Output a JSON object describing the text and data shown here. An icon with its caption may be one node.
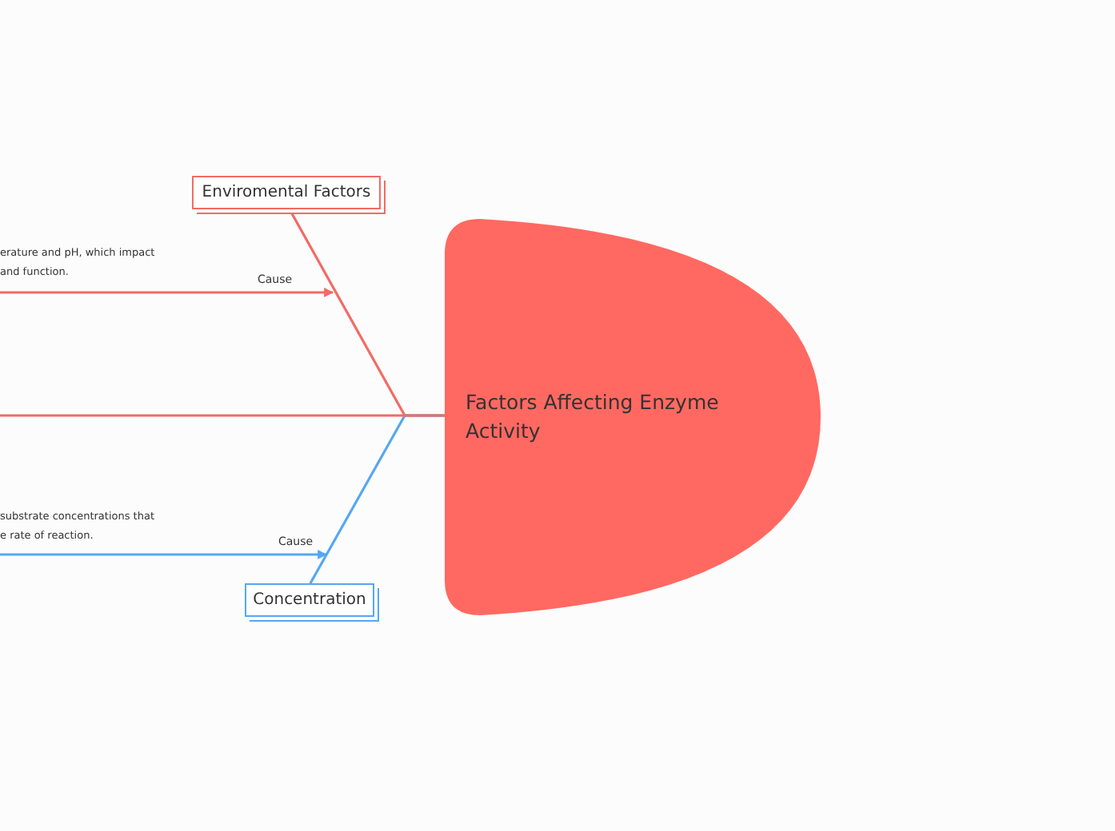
{
  "diagram": {
    "nodes": [
      {
        "text": [
          "Factors Affecting Enzyme Activity"
        ]
      },
      {
        "text": [
          "Enviromental Factors"
        ]
      },
      {
        "text": [
          "Concentration"
        ]
      }
    ],
    "edges": [
      {
        "from": 1,
        "to": 0,
        "arrow": "none"
      },
      {
        "from": 2,
        "to": 0,
        "arrow": "none",
        "color": "#55a7f2"
      },
      {
        "from": null,
        "to": 0,
        "arrow": "none"
      },
      {
        "from": null,
        "to": 1,
        "arrow": "to",
        "label": "Cause"
      },
      {
        "from": null,
        "to": 2,
        "arrow": "to",
        "label": "Cause",
        "color": "#55a7f2"
      }
    ],
    "labels": [
      "erature and pH, which impact and function.",
      "substrate concentrations that e rate of reaction."
    ]
  }
}
